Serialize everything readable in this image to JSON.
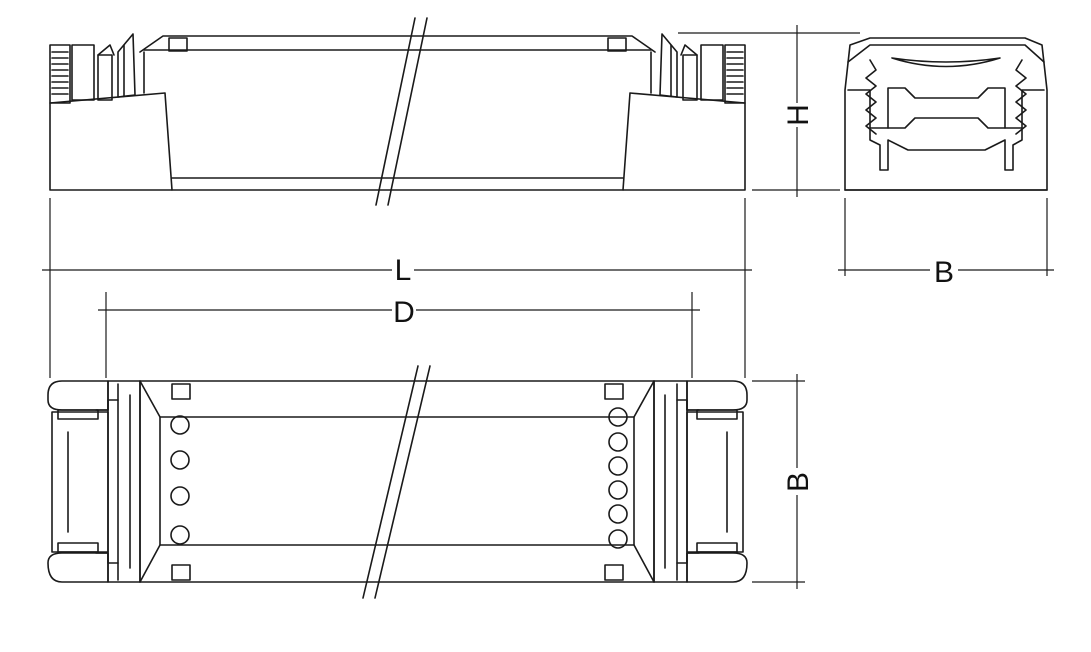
{
  "dimensions": {
    "length": "L",
    "distance": "D",
    "height": "H",
    "width_side": "B",
    "width_top": "B"
  },
  "colors": {
    "line": "#1a1a1a",
    "background": "#ffffff"
  }
}
